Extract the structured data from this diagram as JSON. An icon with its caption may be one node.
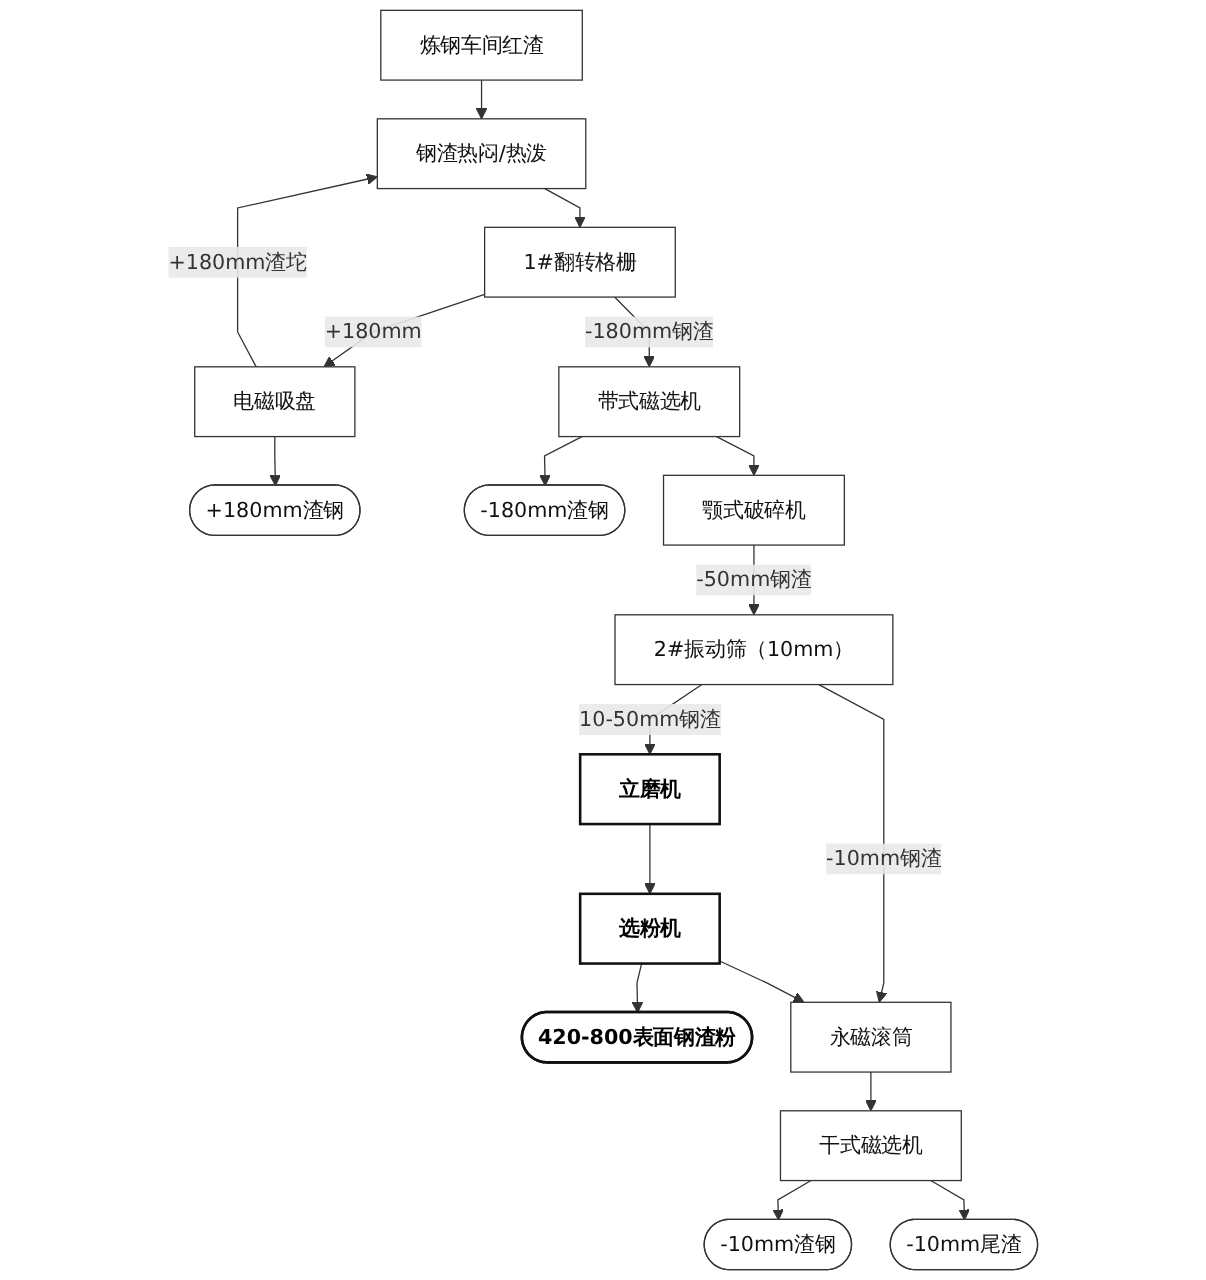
{
  "diagram": {
    "nodes": [
      {
        "text": [
          "炼钢车间红渣"
        ]
      },
      {
        "text": [
          "钢渣热闷/热泼"
        ]
      },
      {
        "text": [
          "1#翻转格栅"
        ]
      },
      {
        "text": [
          "电磁吸盘"
        ]
      },
      {
        "text": [
          "+180mm渣钢"
        ]
      },
      {
        "text": [
          "带式磁选机"
        ]
      },
      {
        "text": [
          "-180mm渣钢"
        ]
      },
      {
        "text": [
          "颚式破碎机"
        ]
      },
      {
        "text": [
          "2#振动筛（10mm）"
        ]
      },
      {
        "text": [
          "立磨机"
        ]
      },
      {
        "text": [
          "选粉机"
        ]
      },
      {
        "text": [
          "420-800表面钢渣粉"
        ]
      },
      {
        "text": [
          "永磁滚筒"
        ]
      },
      {
        "text": [
          "干式磁选机"
        ]
      },
      {
        "text": [
          "-10mm渣钢"
        ]
      },
      {
        "text": [
          "-10mm尾渣"
        ]
      }
    ],
    "edges": [
      {
        "from": 0,
        "to": 1,
        "arrow": "to"
      },
      {
        "from": 1,
        "to": 2,
        "arrow": "to"
      },
      {
        "from": 2,
        "to": 3,
        "arrow": "to",
        "label": "+180mm"
      },
      {
        "from": 3,
        "to": 1,
        "arrow": "to",
        "label": "+180mm渣坨"
      },
      {
        "from": 3,
        "to": 4,
        "arrow": "to"
      },
      {
        "from": 2,
        "to": 5,
        "arrow": "to",
        "label": "-180mm钢渣"
      },
      {
        "from": 5,
        "to": 6,
        "arrow": "to"
      },
      {
        "from": 5,
        "to": 7,
        "arrow": "to"
      },
      {
        "from": 7,
        "to": 8,
        "arrow": "to",
        "label": "-50mm钢渣"
      },
      {
        "from": 8,
        "to": 9,
        "arrow": "to",
        "label": "10-50mm钢渣"
      },
      {
        "from": 8,
        "to": 12,
        "arrow": "to",
        "label": "-10mm钢渣"
      },
      {
        "from": 10,
        "to": 12,
        "arrow": "to"
      },
      {
        "from": 9,
        "to": 10,
        "arrow": "to"
      },
      {
        "from": 10,
        "to": 11,
        "arrow": "to"
      },
      {
        "from": 12,
        "to": 13,
        "arrow": "to"
      },
      {
        "from": 13,
        "to": 14,
        "arrow": "to"
      },
      {
        "from": 13,
        "to": 15,
        "arrow": "to"
      }
    ]
  }
}
